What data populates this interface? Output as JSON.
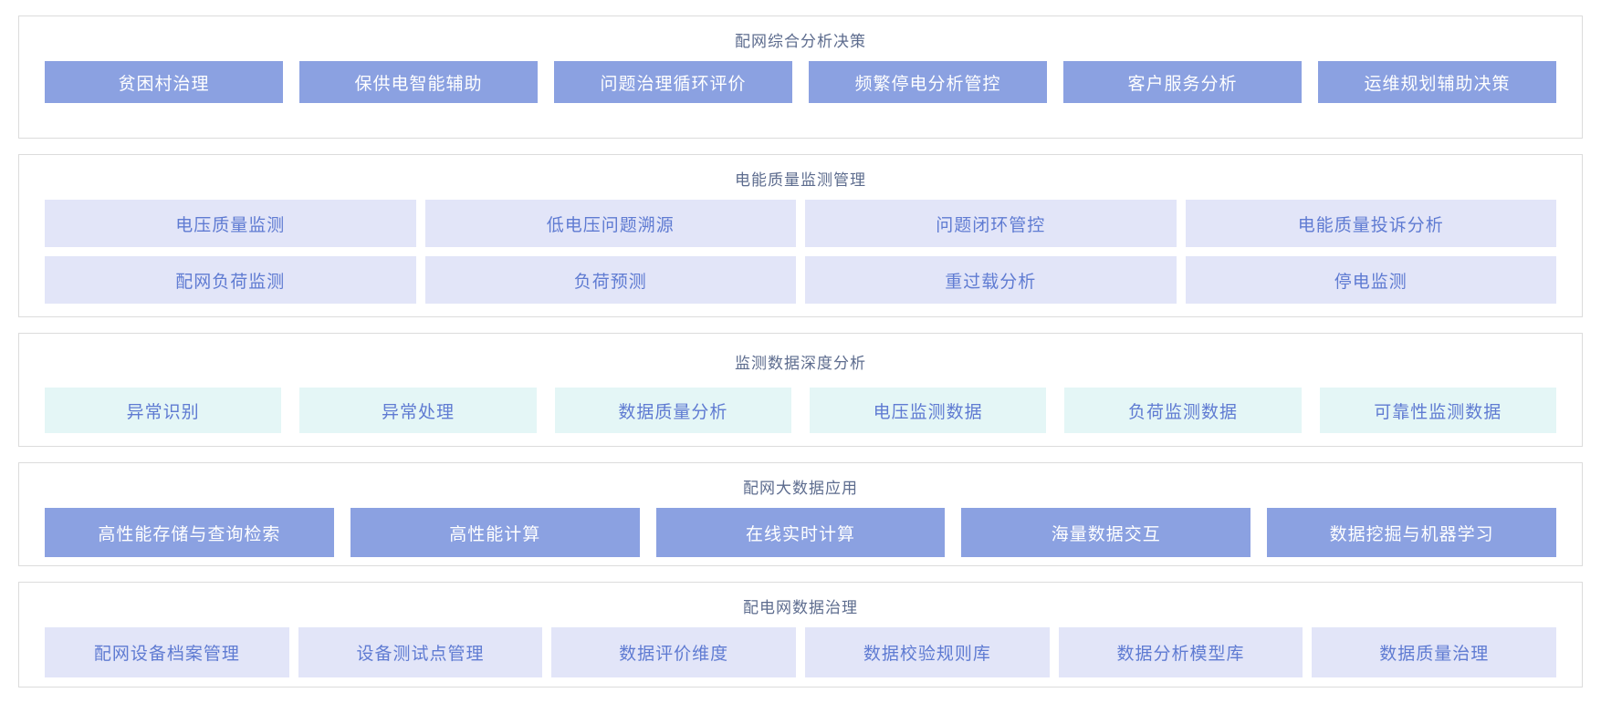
{
  "page": {
    "background": "#ffffff"
  },
  "colors": {
    "panel_border": "#dcdcdc",
    "title_text": "#5d6c8e",
    "primary_button_bg": "#8ba1e1",
    "primary_button_text": "#ffffff",
    "lavender_button_bg": "#e2e5f8",
    "lavender_button_text": "#5f7bd2",
    "mint_button_bg": "#e4f6f6",
    "mint_button_text": "#5f7bd2"
  },
  "sections": [
    {
      "id": "comprehensive-analysis-decision",
      "title": "配网综合分析决策",
      "style": "primary",
      "rows": [
        [
          "贫困村治理",
          "保供电智能辅助",
          "问题治理循环评价",
          "频繁停电分析管控",
          "客户服务分析",
          "运维规划辅助决策"
        ]
      ]
    },
    {
      "id": "power-quality-monitoring",
      "title": "电能质量监测管理",
      "style": "lavender",
      "rows": [
        [
          "电压质量监测",
          "低电压问题溯源",
          "问题闭环管控",
          "电能质量投诉分析"
        ],
        [
          "配网负荷监测",
          "负荷预测",
          "重过载分析",
          "停电监测"
        ]
      ]
    },
    {
      "id": "monitoring-data-deep-analysis",
      "title": "监测数据深度分析",
      "style": "mint",
      "rows": [
        [
          "异常识别",
          "异常处理",
          "数据质量分析",
          "电压监测数据",
          "负荷监测数据",
          "可靠性监测数据"
        ]
      ]
    },
    {
      "id": "big-data-application",
      "title": "配网大数据应用",
      "style": "primary",
      "rows": [
        [
          "高性能存储与查询检索",
          "高性能计算",
          "在线实时计算",
          "海量数据交互",
          "数据挖掘与机器学习"
        ]
      ]
    },
    {
      "id": "data-governance",
      "title": "配电网数据治理",
      "style": "lavender",
      "rows": [
        [
          "配网设备档案管理",
          "设备测试点管理",
          "数据评价维度",
          "数据校验规则库",
          "数据分析模型库",
          "数据质量治理"
        ]
      ]
    }
  ]
}
